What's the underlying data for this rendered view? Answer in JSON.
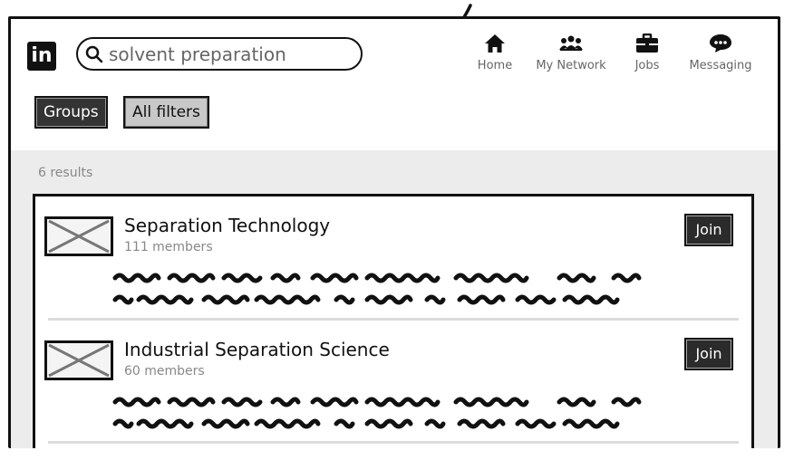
{
  "app": {
    "logo_text": "in"
  },
  "search": {
    "value": "solvent preparation",
    "placeholder": "Search"
  },
  "nav": [
    {
      "label": "Home",
      "icon": "home-icon"
    },
    {
      "label": "My Network",
      "icon": "network-icon"
    },
    {
      "label": "Jobs",
      "icon": "briefcase-icon"
    },
    {
      "label": "Messaging",
      "icon": "chat-icon"
    }
  ],
  "filters": {
    "groups_label": "Groups",
    "all_filters_label": "All filters"
  },
  "results": {
    "count_label": "6 results",
    "items": [
      {
        "title": "Separation Technology",
        "members": "111 members",
        "join_label": "Join"
      },
      {
        "title": "Industrial Separation Science",
        "members": "60 members",
        "join_label": "Join"
      }
    ]
  },
  "colors": {
    "ink": "#111111",
    "muted": "#888888",
    "panel": "#ececec",
    "button_dark": "#2b2b2b"
  }
}
